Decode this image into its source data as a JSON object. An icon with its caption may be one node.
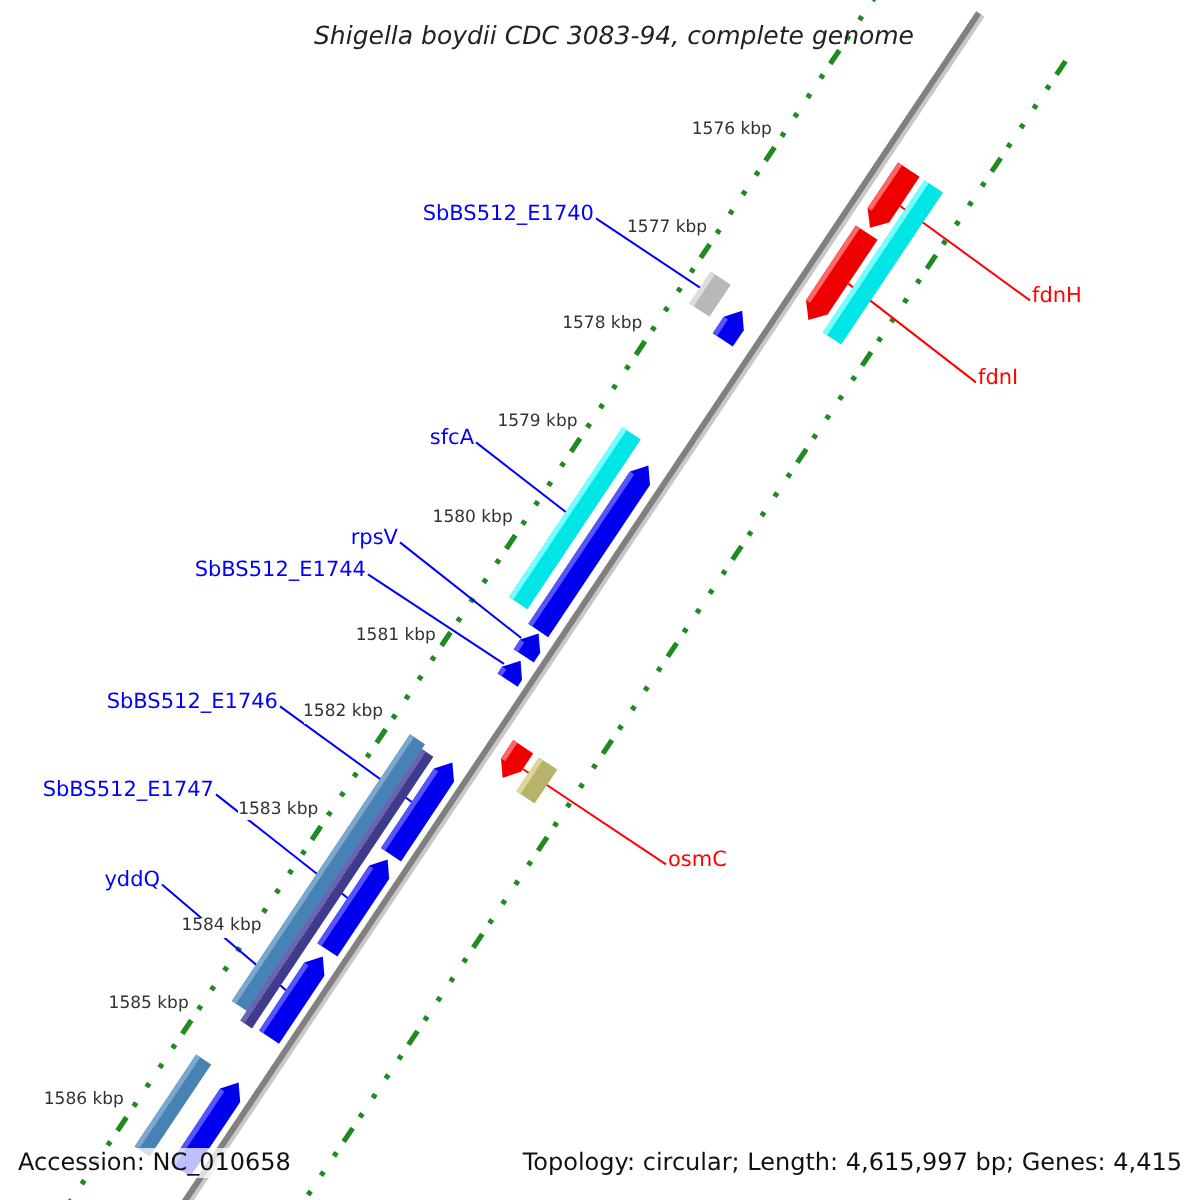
{
  "diagram": {
    "title": "Shigella boydii CDC 3083-94, complete genome",
    "nodes": [
      {
        "text": [
          "SbBS512_E1740"
        ]
      },
      {
        "text": [
          "fdnH"
        ]
      },
      {
        "text": [
          "fdnI"
        ]
      },
      {
        "text": [
          "sfcA"
        ]
      },
      {
        "text": [
          "rpsV"
        ]
      },
      {
        "text": [
          "SbBS512_E1744"
        ]
      },
      {
        "text": [
          "SbBS512_E1746"
        ]
      },
      {
        "text": [
          "SbBS512_E1747"
        ]
      },
      {
        "text": [
          "osmC"
        ]
      },
      {
        "text": [
          "yddQ"
        ]
      },
      {
        "text": [],
        "shape": "arrow"
      },
      {
        "text": [],
        "shape": "arrow"
      },
      {
        "text": [],
        "shape": "box"
      },
      {
        "text": [],
        "shape": "bar"
      },
      {
        "text": [],
        "shape": "arrow"
      },
      {
        "text": [],
        "shape": "arrow"
      },
      {
        "text": [],
        "shape": "arrow"
      },
      {
        "text": [],
        "shape": "arrow"
      },
      {
        "text": [],
        "shape": "arrow"
      },
      {
        "text": [],
        "shape": "arrow"
      },
      {
        "text": [],
        "shape": "bar"
      },
      {
        "text": [],
        "shape": "arrow"
      },
      {
        "text": [],
        "shape": "arrow"
      },
      {
        "text": [],
        "shape": "bar"
      },
      {
        "text": [],
        "shape": "bar"
      },
      {
        "text": [],
        "shape": "bar"
      },
      {
        "text": [],
        "shape": "arrow"
      },
      {
        "text": [],
        "shape": "bar"
      }
    ],
    "edges": [
      {
        "from": 0,
        "to": 12,
        "arrow": "none"
      },
      {
        "from": 1,
        "to": 10,
        "arrow": "none",
        "color": "#ff0000"
      },
      {
        "from": 2,
        "to": 11,
        "arrow": "none",
        "color": "#ff0000"
      },
      {
        "from": 3,
        "to": 13,
        "arrow": "none"
      },
      {
        "from": 4,
        "to": 14,
        "arrow": "none"
      },
      {
        "from": 5,
        "to": 15,
        "arrow": "none"
      },
      {
        "from": 6,
        "to": 16,
        "arrow": "none"
      },
      {
        "from": 7,
        "to": 18,
        "arrow": "none"
      },
      {
        "from": 8,
        "to": 17,
        "arrow": "none",
        "color": "#ff0000"
      },
      {
        "from": 9,
        "to": 19,
        "arrow": "none"
      }
    ],
    "labels": [
      "1576 kbp",
      "1577 kbp",
      "1578 kbp",
      "1579 kbp",
      "1580 kbp",
      "1581 kbp",
      "1582 kbp",
      "1583 kbp",
      "1584 kbp",
      "1585 kbp",
      "1586 kbp",
      "Accession: NC_010658",
      "Topology: circular; Length: 4,615,997 bp; Genes: 4,415"
    ]
  }
}
